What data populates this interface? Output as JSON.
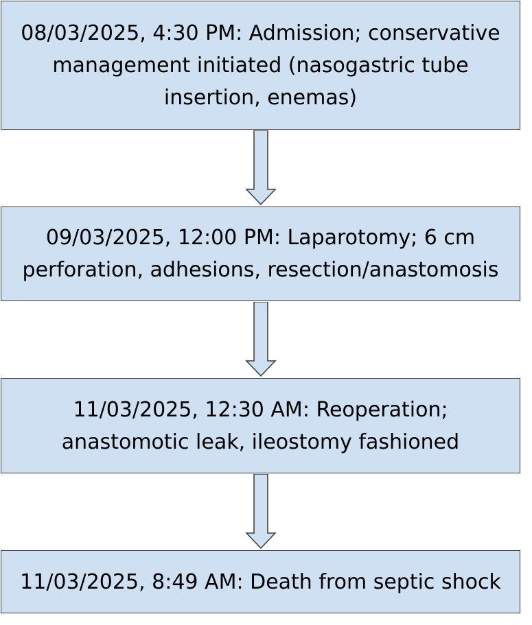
{
  "flowchart": {
    "steps": [
      {
        "text": "08/03/2025, 4:30 PM: Admission; conservative management initiated (nasogastric tube insertion, enemas)"
      },
      {
        "text": "09/03/2025, 12:00 PM: Laparotomy; 6 cm perforation, adhesions, resection/anastomosis"
      },
      {
        "text": "11/03/2025, 12:30 AM: Reoperation; anastomotic leak, ileostomy fashioned"
      },
      {
        "text": "11/03/2025, 8:49 AM: Death from septic shock"
      }
    ],
    "colors": {
      "box_fill": "#cfe0f2",
      "box_border": "#3a3a3a",
      "arrow_fill": "#cfe0f2",
      "arrow_stroke": "#3a3a3a",
      "text": "#000000"
    }
  }
}
